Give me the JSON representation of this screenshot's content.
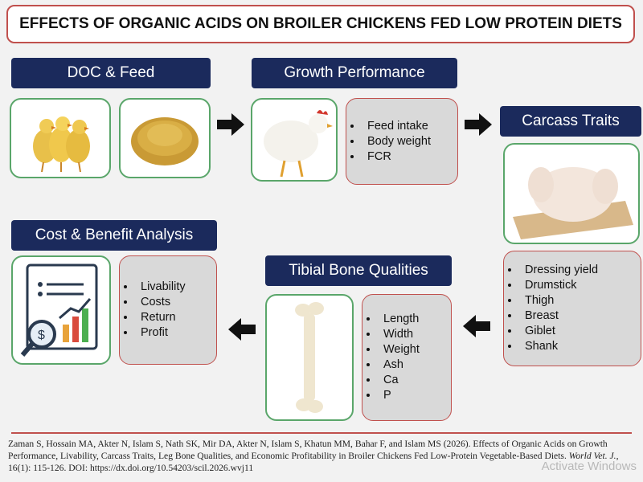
{
  "title": "EFFECTS OF ORGANIC ACIDS ON BROILER CHICKENS FED LOW PROTEIN DIETS",
  "sections": {
    "doc_feed": {
      "label": "DOC & Feed"
    },
    "growth": {
      "label": "Growth Performance",
      "items": [
        "Feed intake",
        "Body weight",
        "FCR"
      ]
    },
    "carcass": {
      "label": "Carcass Traits",
      "items": [
        "Dressing yield",
        "Drumstick",
        "Thigh",
        "Breast",
        "Giblet",
        "Shank"
      ]
    },
    "tibial": {
      "label": "Tibial Bone Qualities",
      "items": [
        "Length",
        "Width",
        "Weight",
        "Ash",
        "Ca",
        "P"
      ]
    },
    "cost": {
      "label": "Cost & Benefit Analysis",
      "items": [
        "Livability",
        "Costs",
        "Return",
        "Profit"
      ]
    }
  },
  "citation": {
    "text": "Zaman S, Hossain MA, Akter N, Islam S, Nath SK, Mir DA, Akter N, Islam S, Khatun MM, Bahar F, and Islam MS (2026). Effects of Organic Acids on Growth Performance, Livability, Carcass Traits, Leg Bone Qualities, and Economic Profitability in Broiler Chickens Fed Low-Protein Vegetable-Based Diets.",
    "journal": "World Vet. J.,",
    "details": "16(1): 115-126. DOI: https://dx.doi.org/10.54203/scil.2026.wvj11"
  },
  "watermark": "Activate Windows",
  "colors": {
    "label_bg": "#1b2a5c",
    "image_border": "#5aa66a",
    "list_border": "#c0504d",
    "list_bg": "#d9d9d9"
  }
}
